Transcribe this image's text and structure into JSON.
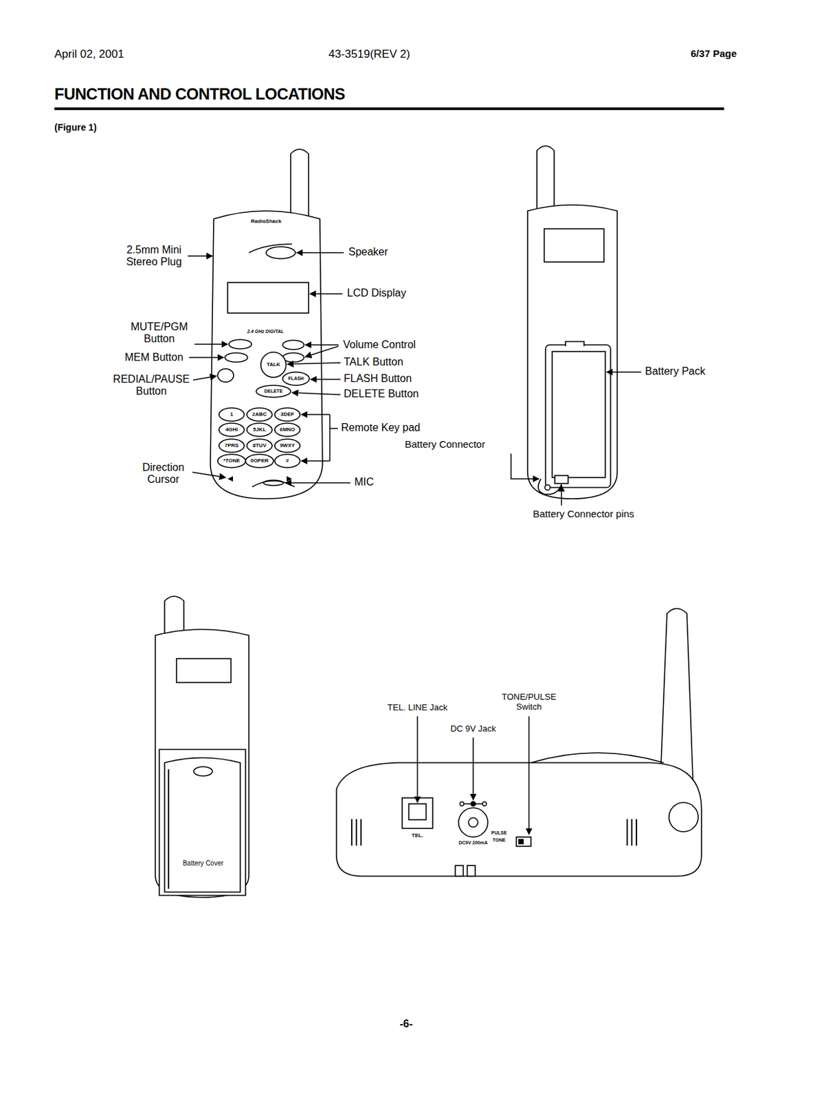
{
  "diagram": {
    "title": "FUNCTION AND CONTROL LOCATIONS",
    "labels": [
      "April 02, 2001",
      "43-3519(REV 2)",
      "6/37 Page",
      "(Figure 1)",
      "2.5mm Mini Stereo Plug",
      "Speaker",
      "LCD Display",
      "MUTE/PGM Button",
      "MEM Button",
      "REDIAL/PAUSE Button",
      "Direction Cursor",
      "Volume Control",
      "TALK Button",
      "FLASH Button",
      "DELETE Button",
      "Remote Key pad",
      "MIC",
      "Battery Pack",
      "Battery Connector",
      "Battery Connector pins",
      "Battery Cover",
      "TEL. LINE Jack",
      "DC 9V Jack",
      "TONE/PULSE Switch",
      "TEL.",
      "DC9V 200mA",
      "PULSE",
      "TONE",
      "-6-",
      "RadioShack",
      "2.4 GHz DIGITAL",
      "TALK",
      "FLASH",
      "DELETE",
      "1",
      "2ABC",
      "3DEF",
      "4GHI",
      "5JKL",
      "6MNO",
      "7PRS",
      "8TUV",
      "9WXY",
      "*TONE",
      "0OPER",
      "#"
    ]
  }
}
